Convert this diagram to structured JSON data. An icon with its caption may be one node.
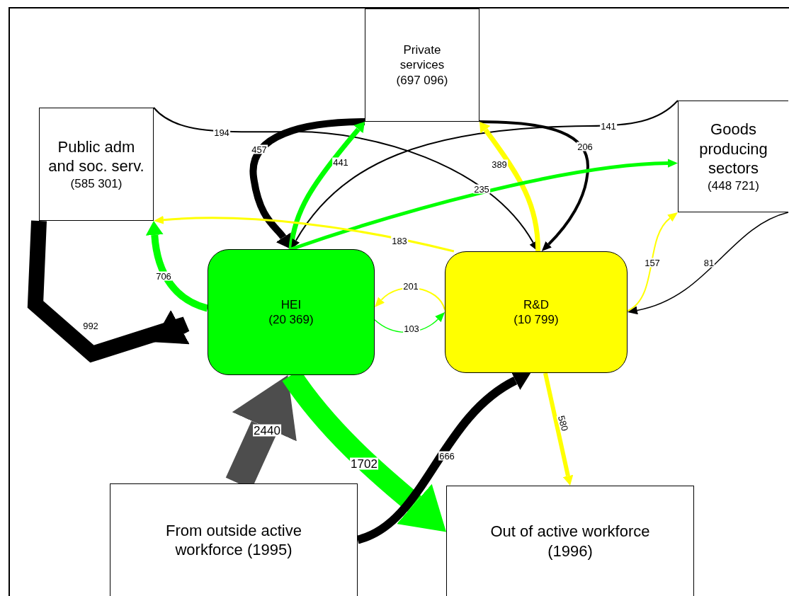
{
  "diagram": {
    "nodes": [
      {
        "text": [
          "Private services",
          "(697 096)"
        ]
      },
      {
        "text": [
          "Public adm and soc. serv.",
          "(585 301)"
        ]
      },
      {
        "text": [
          "Goods producing sectors",
          "(448 721)"
        ]
      },
      {
        "text": [
          "HEI",
          "(20 369)"
        ]
      },
      {
        "text": [
          "R&D",
          "(10 799)"
        ]
      },
      {
        "text": [
          "From outside active workforce (1995)"
        ]
      },
      {
        "text": [
          "Out of active workforce (1996)"
        ]
      }
    ],
    "edges": [
      {
        "from": 1,
        "to": 4,
        "arrow": "to",
        "label": "194"
      },
      {
        "from": 0,
        "to": 3,
        "arrow": "to",
        "label": "457",
        "style": "thick"
      },
      {
        "from": 3,
        "to": 0,
        "arrow": "to",
        "label": "441",
        "color": "#00ff00"
      },
      {
        "from": 2,
        "to": 3,
        "arrow": "to",
        "label": "141"
      },
      {
        "from": 0,
        "to": 4,
        "arrow": "to",
        "label": "206"
      },
      {
        "from": 4,
        "to": 0,
        "arrow": "to",
        "label": "389",
        "color": "#ffff00"
      },
      {
        "from": 3,
        "to": 2,
        "arrow": "to",
        "label": "235",
        "color": "#00ff00"
      },
      {
        "from": 4,
        "to": 1,
        "arrow": "to",
        "label": "183",
        "color": "#ffff00"
      },
      {
        "from": 3,
        "to": 1,
        "arrow": "to",
        "label": "706",
        "color": "#00ff00",
        "style": "thick"
      },
      {
        "from": 1,
        "to": 3,
        "arrow": "to",
        "label": "992",
        "style": "thick"
      },
      {
        "from": 4,
        "to": 3,
        "arrow": "to",
        "label": "201",
        "color": "#ffff00"
      },
      {
        "from": 3,
        "to": 4,
        "arrow": "to",
        "label": "103",
        "color": "#00ff00"
      },
      {
        "from": 4,
        "to": 2,
        "arrow": "to",
        "label": "157",
        "color": "#ffff00"
      },
      {
        "from": 2,
        "to": 4,
        "arrow": "to",
        "label": "81"
      },
      {
        "from": 5,
        "to": 3,
        "arrow": "to",
        "label": "2440",
        "color": "#4d4d4d",
        "style": "thick"
      },
      {
        "from": 3,
        "to": 6,
        "arrow": "to",
        "label": "1702",
        "color": "#00ff00",
        "style": "thick"
      },
      {
        "from": 5,
        "to": 4,
        "arrow": "to",
        "label": "666",
        "style": "thick"
      },
      {
        "from": 4,
        "to": 6,
        "arrow": "to",
        "label": "580",
        "color": "#ffff00"
      }
    ]
  }
}
